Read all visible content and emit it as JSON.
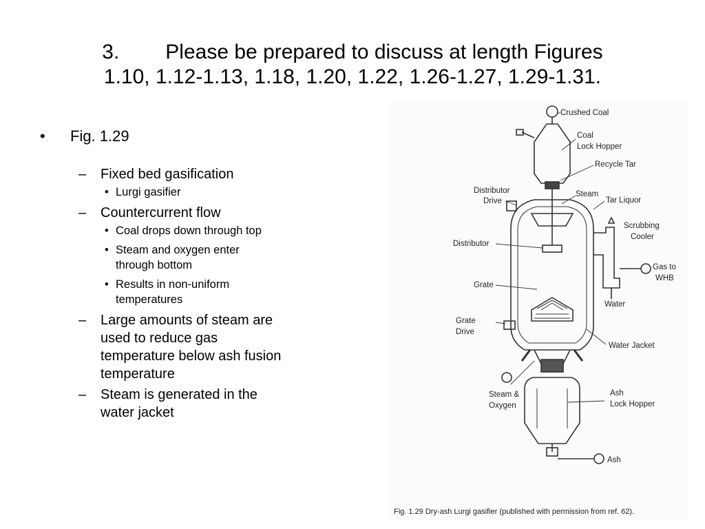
{
  "slide": {
    "title_number": "3.",
    "title_line1": "Please be prepared to discuss at length Figures",
    "title_line2": "1.10, 1.12-1.13, 1.18, 1.20, 1.22, 1.26-1.27, 1.29-1.31."
  },
  "bullets": {
    "fig_label": "Fig. 1.29",
    "fixed_bed": "Fixed bed gasification",
    "lurgi": "Lurgi gasifier",
    "countercurrent": "Countercurrent flow",
    "coal_drops": "Coal drops down through top",
    "steam_oxygen_1": "Steam and oxygen enter",
    "steam_oxygen_2": "through bottom",
    "nonuniform_1": "Results in non-uniform",
    "nonuniform_2": "temperatures",
    "large_amounts_1": "Large amounts of steam are",
    "large_amounts_2": "used to reduce gas",
    "large_amounts_3": "temperature below ash fusion",
    "large_amounts_4": "temperature",
    "steam_generated_1": "Steam is generated in the",
    "steam_generated_2": "water jacket"
  },
  "figure": {
    "crushed_coal": "Crushed Coal",
    "coal": "Coal",
    "lock_hopper": "Lock Hopper",
    "recycle_tar": "Recycle Tar",
    "distributor": "Distributor",
    "drive": "Drive",
    "steam": "Steam",
    "tar_liquor": "Tar Liquor",
    "scrubbing": "Scrubbing",
    "cooler": "Cooler",
    "distributor_label": "Distributor",
    "gas_to": "Gas to",
    "whb": "WHB",
    "grate": "Grate",
    "water": "Water",
    "grate2": "Grate",
    "drive2": "Drive",
    "water_jacket": "Water Jacket",
    "steam_and": "Steam &",
    "oxygen": "Oxygen",
    "ash": "Ash",
    "ash_lock_hopper": "Lock Hopper",
    "ash_out": "Ash",
    "caption": "Fig. 1.29  Dry-ash Lurgi gasifier (published with permission from ref. 62)."
  }
}
